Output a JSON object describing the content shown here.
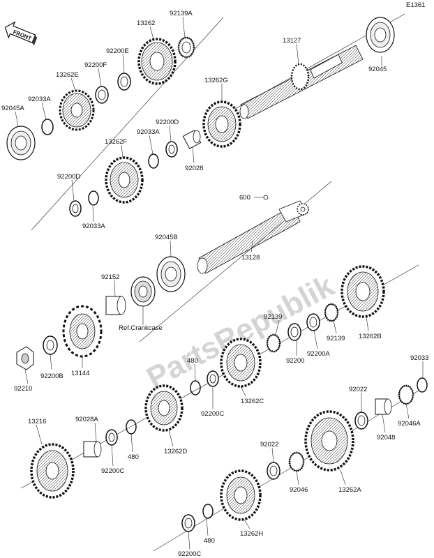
{
  "diagram_code": "E1361",
  "front_label": "FRONT",
  "watermark": "PartsRepublik",
  "reference_text": "Ref.Crankcase",
  "labels": {
    "p92139A": "92139A",
    "p13262": "13262",
    "p92200E": "92200E",
    "p92200F": "92200F",
    "p13262E": "13262E",
    "p92033A_top": "92033A",
    "p92045A": "92045A",
    "p13127": "13127",
    "p92045": "92045",
    "p13262G": "13262G",
    "p92200D_mid": "92200D",
    "p92033A_mid": "92033A",
    "p13262F": "13262F",
    "p92028": "92028",
    "p92200D_low": "92200D",
    "p92033A_low": "92033A",
    "p600": "600",
    "p13128": "13128",
    "p92045B": "92045B",
    "p92152": "92152",
    "p92139": "92139",
    "p92139_r": "92139",
    "p92200": "92200",
    "p92200A": "92200A",
    "p13262B": "13262B",
    "p13144": "13144",
    "p92200B": "92200B",
    "p92210": "92210",
    "p480_a": "480",
    "p92200C_a": "92200C",
    "p13262C": "13262C",
    "p92033": "92033",
    "p92022_a": "92022",
    "p92046A": "92046A",
    "p92048": "92048",
    "p13216": "13216",
    "p92028A": "92028A",
    "p92200C_b": "92200C",
    "p480_b": "480",
    "p13262D": "13262D",
    "p92022_b": "92022",
    "p92046": "92046",
    "p13262A": "13262A",
    "p92200C_c": "92200C",
    "p480_c": "480",
    "p13262H": "13262H"
  }
}
